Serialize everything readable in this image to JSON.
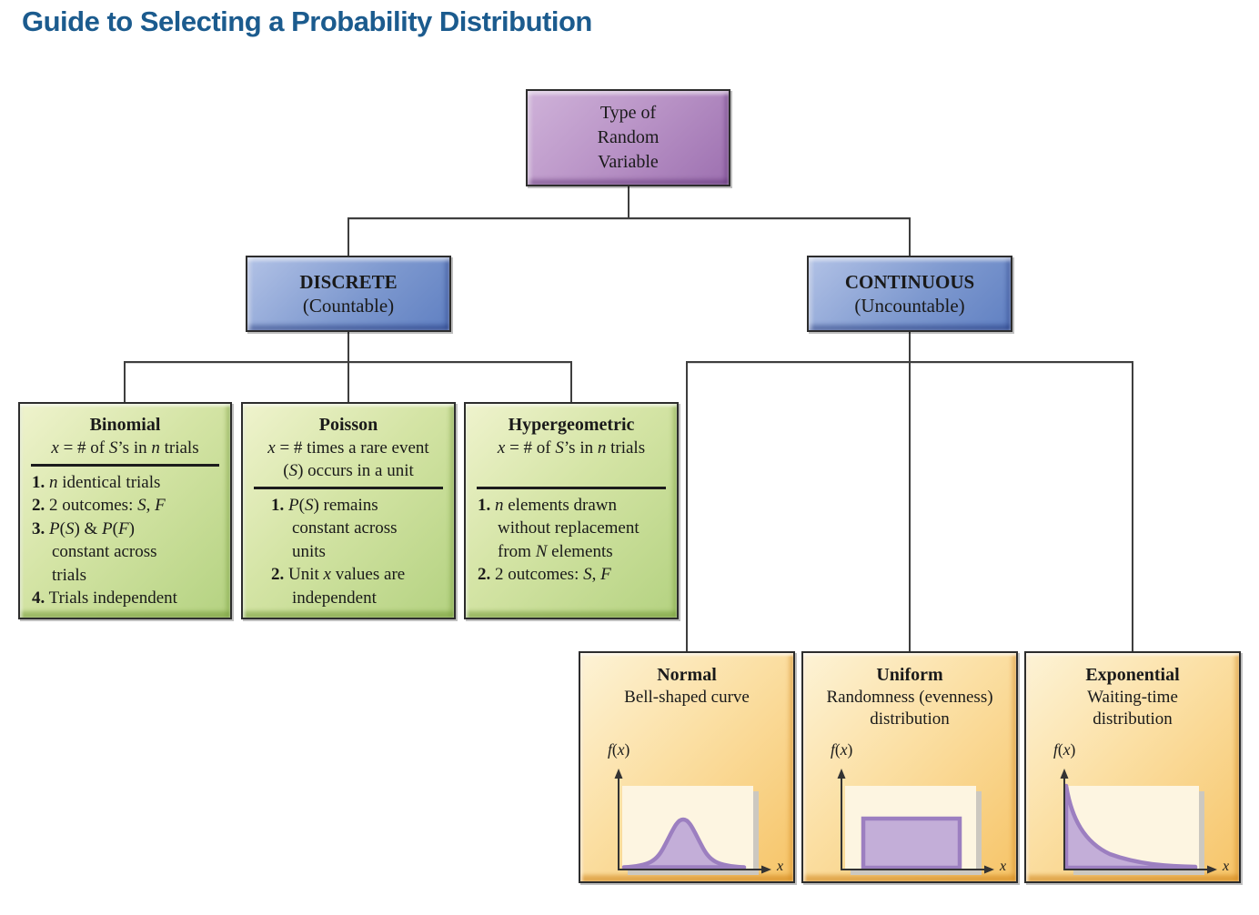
{
  "title": "Guide to Selecting a Probability Distribution",
  "root_box": {
    "lines": [
      "Type of",
      "Random",
      "Variable"
    ]
  },
  "discrete_branch": {
    "title": "DISCRETE",
    "subtitle": "(Countable)"
  },
  "continuous_branch": {
    "title": "CONTINUOUS",
    "subtitle": "(Uncountable)"
  },
  "discrete_boxes": [
    {
      "title": "Binomial",
      "def_lines": [
        [
          {
            "t": "x",
            "i": true
          },
          {
            "t": " = # of "
          },
          {
            "t": "S",
            "i": true
          },
          {
            "t": "’s in "
          },
          {
            "t": "n",
            "i": true
          },
          {
            "t": " trials"
          }
        ]
      ],
      "rows": [
        [
          {
            "t": "1.",
            "b": true
          },
          {
            "t": " "
          },
          {
            "t": "n",
            "i": true
          },
          {
            "t": " identical trials"
          }
        ],
        [
          {
            "t": "2.",
            "b": true
          },
          {
            "t": " 2 outcomes: "
          },
          {
            "t": "S",
            "i": true
          },
          {
            "t": ", "
          },
          {
            "t": "F",
            "i": true
          }
        ],
        [
          {
            "t": "3.",
            "b": true
          },
          {
            "t": " "
          },
          {
            "t": "P",
            "i": true
          },
          {
            "t": "("
          },
          {
            "t": "S",
            "i": true
          },
          {
            "t": ") & "
          },
          {
            "t": "P",
            "i": true
          },
          {
            "t": "("
          },
          {
            "t": "F",
            "i": true
          },
          {
            "t": ")"
          }
        ],
        [
          {
            "t": "constant across"
          }
        ],
        [
          {
            "t": "trials"
          }
        ],
        [
          {
            "t": "4.",
            "b": true
          },
          {
            "t": " Trials independent"
          }
        ]
      ]
    },
    {
      "title": "Poisson",
      "def_lines": [
        [
          {
            "t": "x",
            "i": true
          },
          {
            "t": " = # times a rare event"
          }
        ],
        [
          {
            "t": "("
          },
          {
            "t": "S",
            "i": true
          },
          {
            "t": ") occurs in a unit"
          }
        ]
      ],
      "rows": [
        [
          {
            "t": "1.",
            "b": true
          },
          {
            "t": " "
          },
          {
            "t": "P",
            "i": true
          },
          {
            "t": "("
          },
          {
            "t": "S",
            "i": true
          },
          {
            "t": ") remains"
          }
        ],
        [
          {
            "t": "constant across"
          }
        ],
        [
          {
            "t": "units"
          }
        ],
        [
          {
            "t": "2.",
            "b": true
          },
          {
            "t": " Unit "
          },
          {
            "t": "x",
            "i": true
          },
          {
            "t": " values are"
          }
        ],
        [
          {
            "t": "independent"
          }
        ]
      ]
    },
    {
      "title": "Hypergeometric",
      "def_lines": [
        [
          {
            "t": "x",
            "i": true
          },
          {
            "t": " = # of "
          },
          {
            "t": "S",
            "i": true
          },
          {
            "t": "’s in "
          },
          {
            "t": "n",
            "i": true
          },
          {
            "t": " trials"
          }
        ]
      ],
      "rows": [
        [
          {
            "t": "1.",
            "b": true
          },
          {
            "t": " "
          },
          {
            "t": "n",
            "i": true
          },
          {
            "t": " elements drawn"
          }
        ],
        [
          {
            "t": "without replacement"
          }
        ],
        [
          {
            "t": "from "
          },
          {
            "t": "N",
            "i": true
          },
          {
            "t": " elements"
          }
        ],
        [
          {
            "t": "2.",
            "b": true
          },
          {
            "t": " 2 outcomes: "
          },
          {
            "t": "S",
            "i": true
          },
          {
            "t": ", "
          },
          {
            "t": "F",
            "i": true
          }
        ]
      ]
    }
  ],
  "continuous_boxes": [
    {
      "title": "Normal",
      "subtitle_lines": [
        "Bell-shaped curve"
      ],
      "ylabel_seg": [
        {
          "t": "f",
          "i": true
        },
        {
          "t": "("
        },
        {
          "t": "x",
          "i": true
        },
        {
          "t": ")"
        }
      ],
      "xlabel": "x",
      "curve_shape": "bell curve"
    },
    {
      "title": "Uniform",
      "subtitle_lines": [
        "Randomness (evenness)",
        "distribution"
      ],
      "ylabel_seg": [
        {
          "t": "f",
          "i": true
        },
        {
          "t": "("
        },
        {
          "t": "x",
          "i": true
        },
        {
          "t": ")"
        }
      ],
      "xlabel": "x",
      "curve_shape": "rectangle"
    },
    {
      "title": "Exponential",
      "subtitle_lines": [
        "Waiting-time",
        "distribution"
      ],
      "ylabel_seg": [
        {
          "t": "f",
          "i": true
        },
        {
          "t": "("
        },
        {
          "t": "x",
          "i": true
        },
        {
          "t": ")"
        }
      ],
      "xlabel": "x",
      "curve_shape": "decaying curve"
    }
  ],
  "colors": {
    "title_text": "#1b5b8e",
    "connector": "#3e3e3e",
    "root_box": "#bb96c8",
    "branch_box": "#7e99cf",
    "discrete_leaf_box": "#cde29d",
    "continuous_leaf_box": "#f9d98e",
    "curve_fill": "#c3aed8",
    "curve_stroke": "#9c7fc0",
    "plot_background": "#fdf5e1"
  }
}
